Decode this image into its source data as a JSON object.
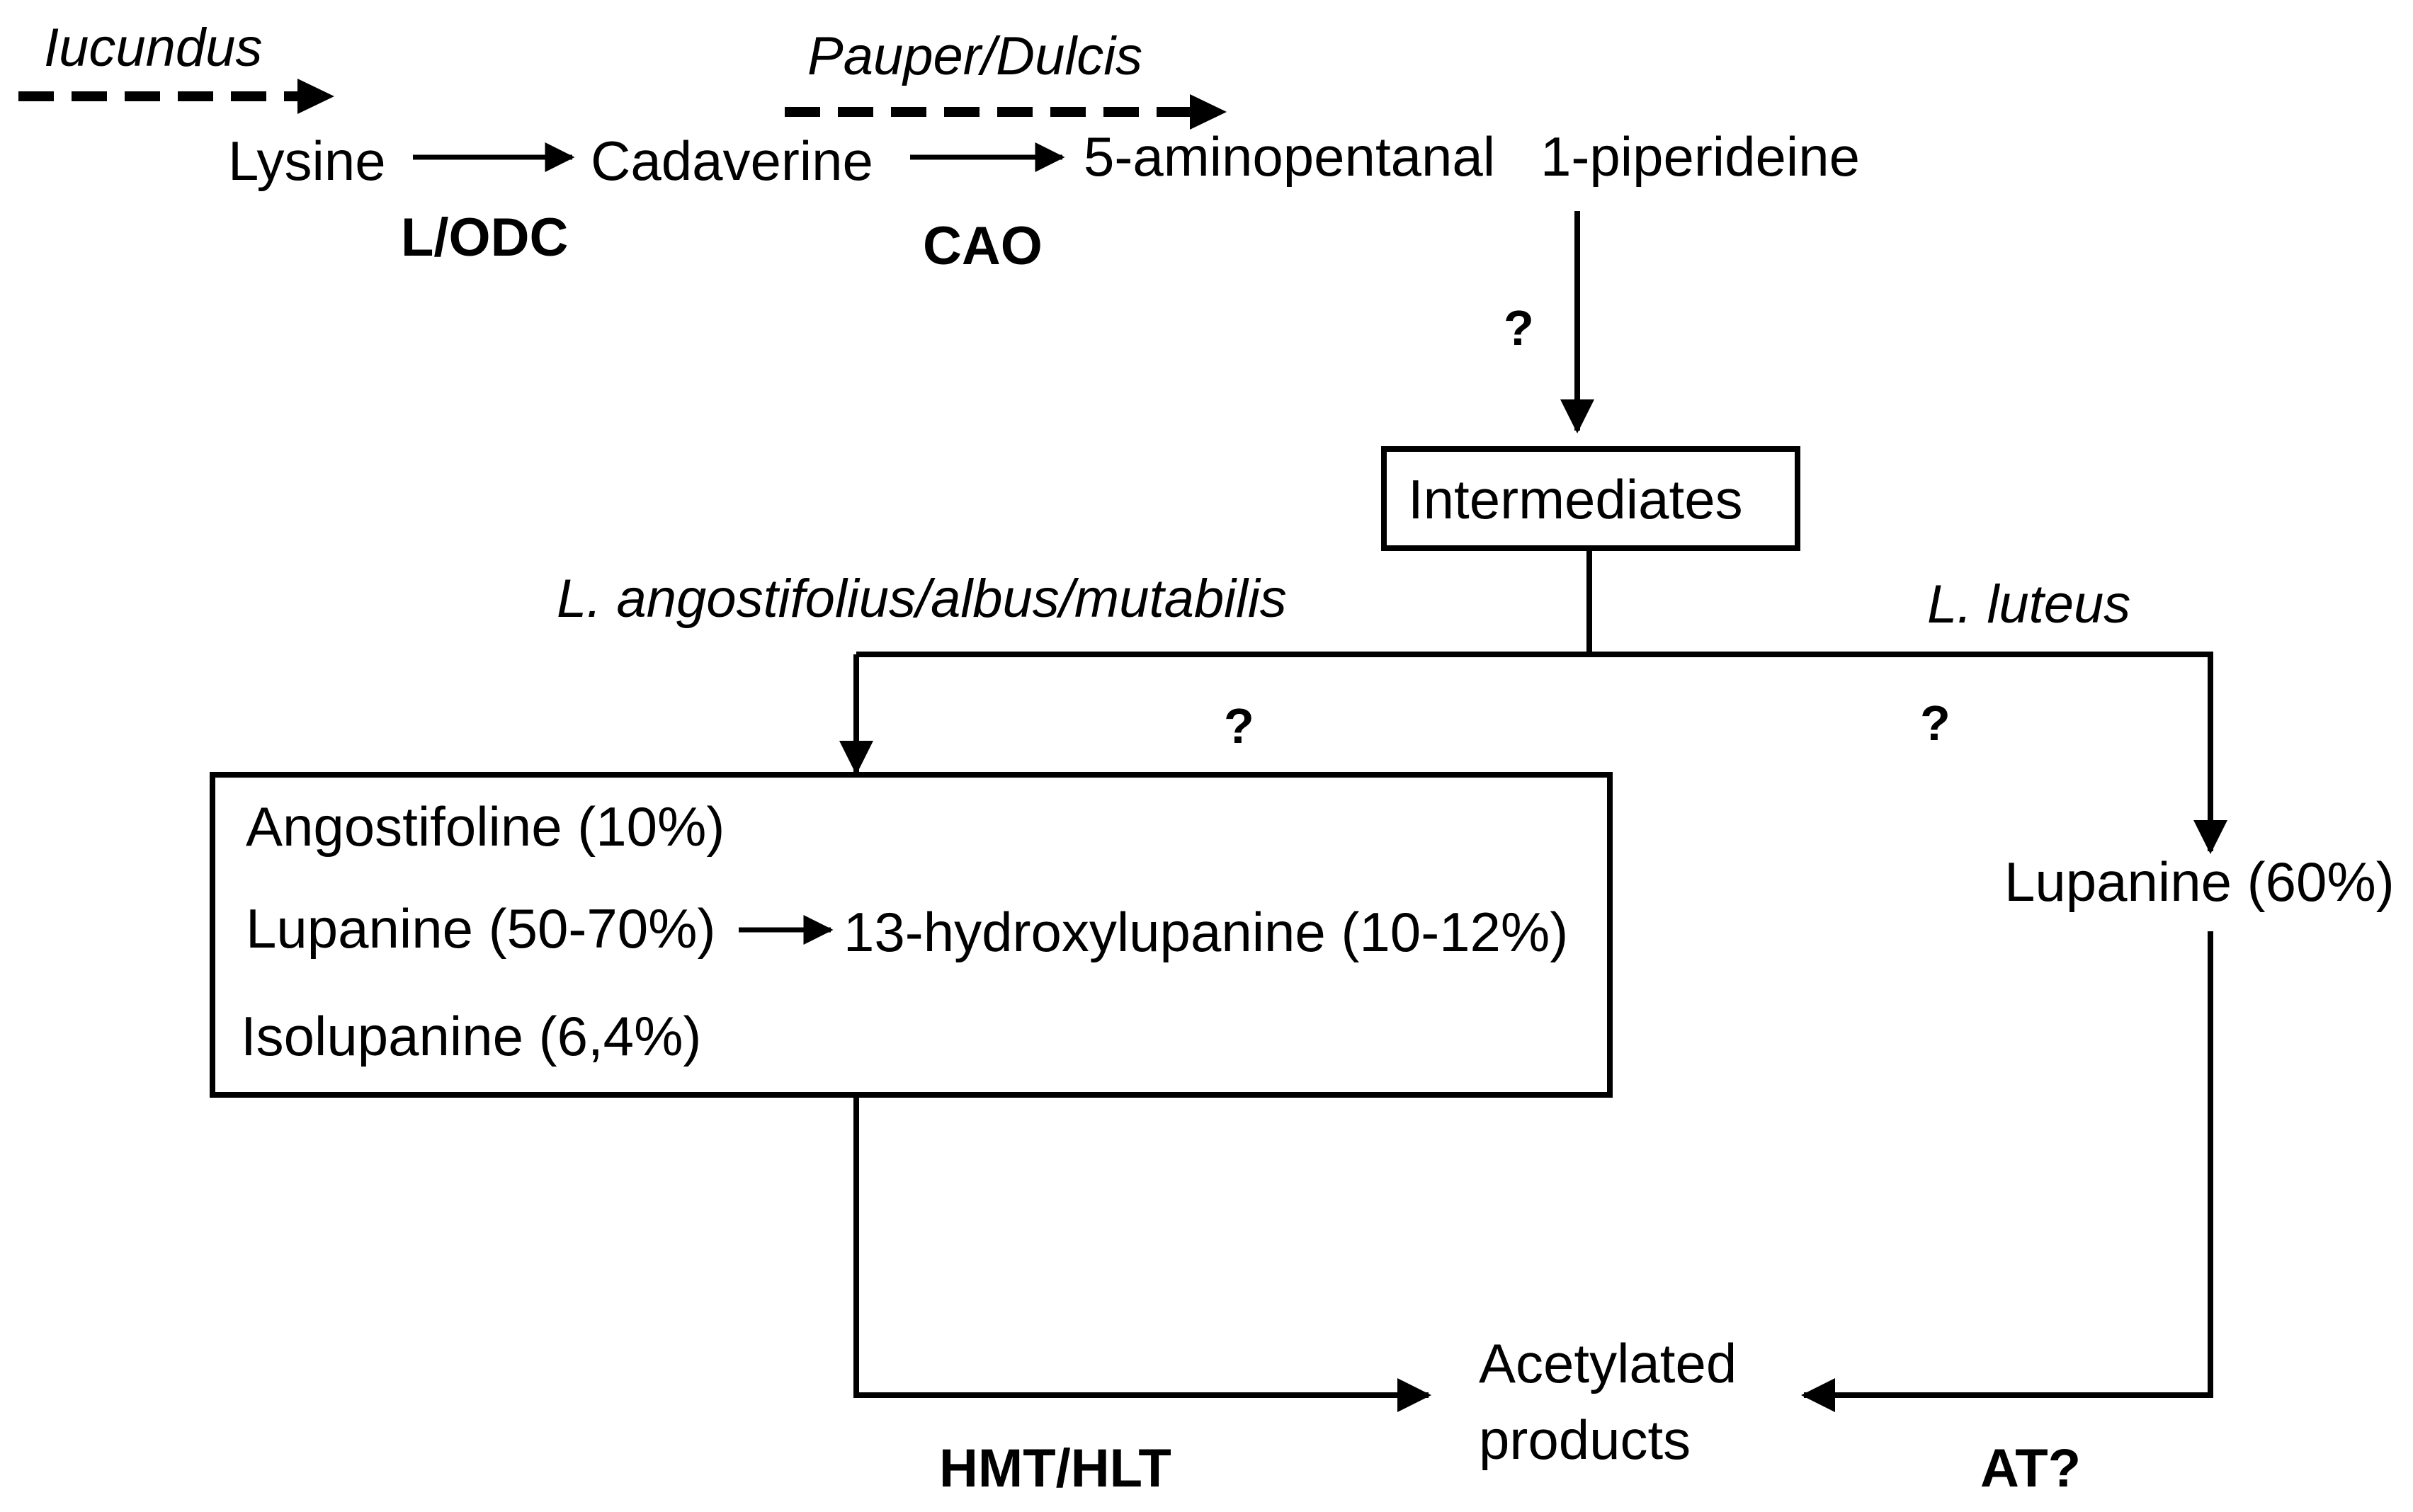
{
  "labels": {
    "iucundus": "Iucundus",
    "pauper_dulcis": "Pauper/Dulcis",
    "lysine": "Lysine",
    "cadaverine": "Cadaverine",
    "aminopentanal": "5-aminopentanal",
    "piperideine": "1-piperideine",
    "lodc": "L/ODC",
    "cao": "CAO",
    "question_top": "?",
    "intermediates": "Intermediates",
    "species_left": "L. angostifolius/albus/mutabilis",
    "species_right": "L. luteus",
    "question_left": "?",
    "question_right": "?",
    "angostifoline": "Angostifoline (10%)",
    "lupanine_left": "Lupanine (50-70%)",
    "hydroxylupanine": "13-hydroxylupanine (10-12%)",
    "isolupanine": "Isolupanine (6,4%)",
    "lupanine_right": "Lupanine (60%)",
    "acetylated_line1": "Acetylated",
    "acetylated_line2": "products",
    "hmt_hlt": "HMT/HLT",
    "at": "AT?"
  }
}
